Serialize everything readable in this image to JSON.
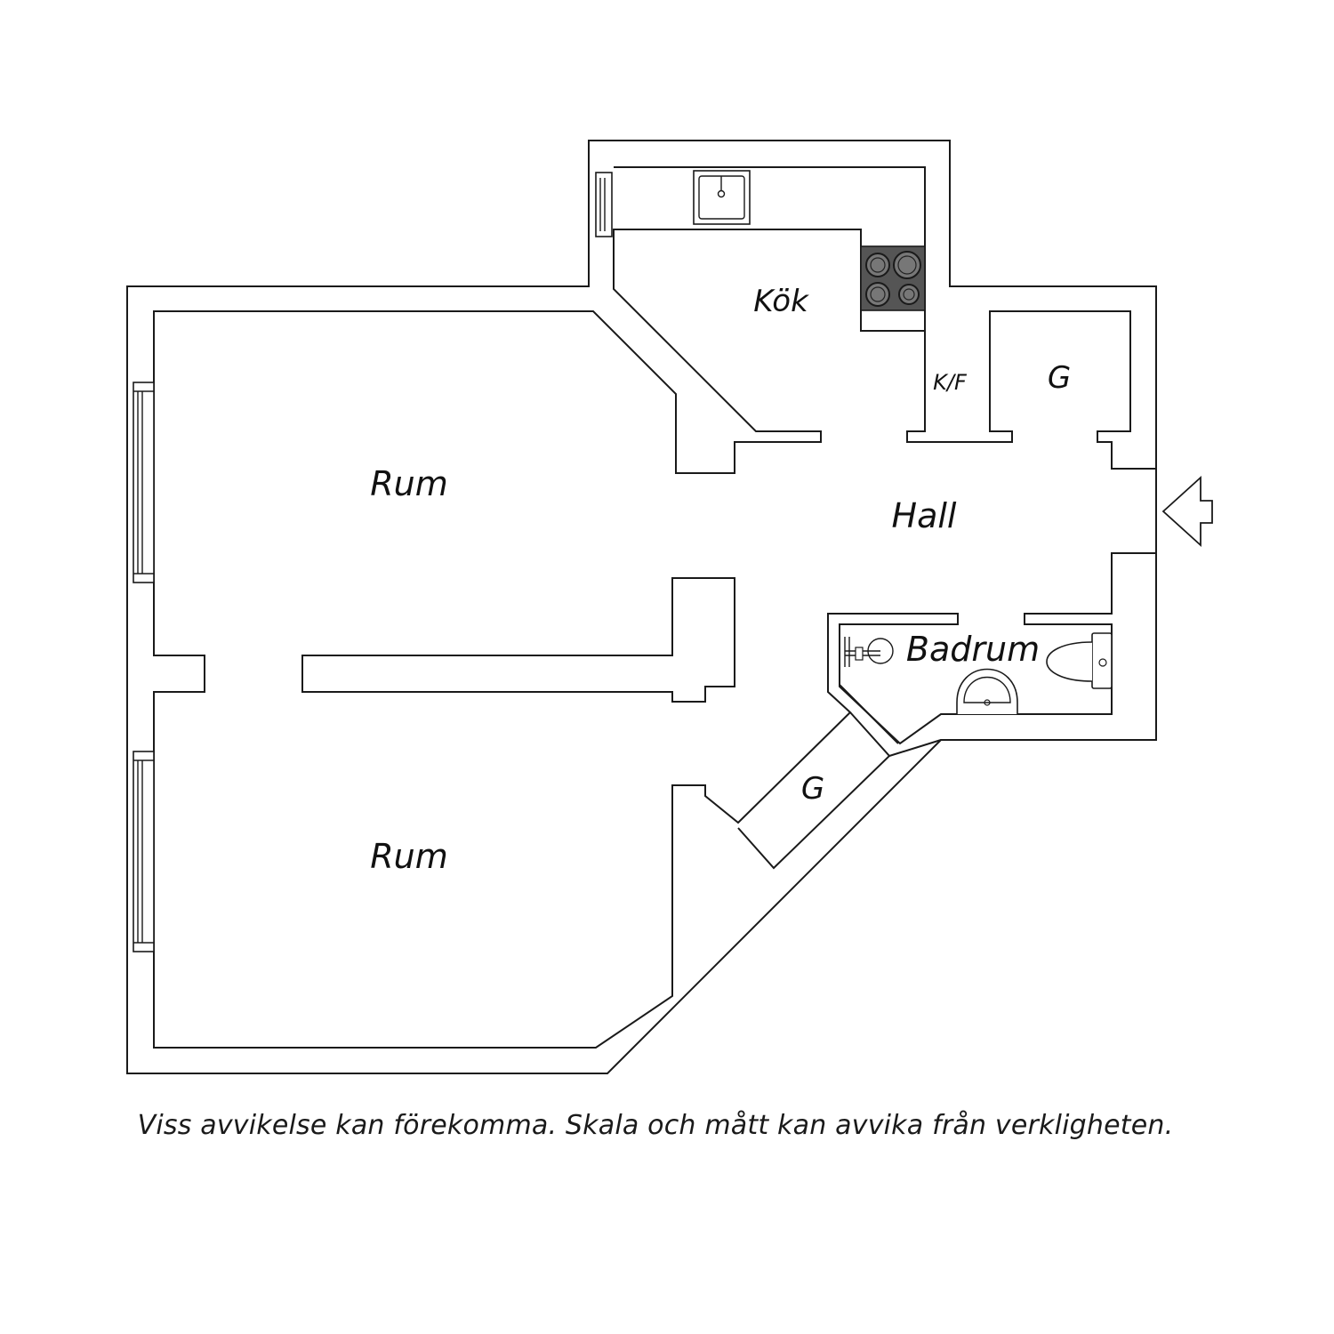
{
  "rooms": {
    "kok": "Kök",
    "kf": "K/F",
    "g_top": "G",
    "rum_top": "Rum",
    "hall": "Hall",
    "badrum": "Badrum",
    "g_bottom": "G",
    "rum_bottom": "Rum"
  },
  "disclaimer": "Viss avvikelse kan förekomma. Skala och mått kan avvika från verkligheten.",
  "icons": [
    "sink-icon",
    "stove-icon",
    "toilet-icon",
    "washbasin-icon",
    "shower-icon",
    "entrance-arrow-icon"
  ],
  "colors": {
    "wall": "#1a1a1a",
    "stove": "#555555",
    "background": "#ffffff"
  }
}
